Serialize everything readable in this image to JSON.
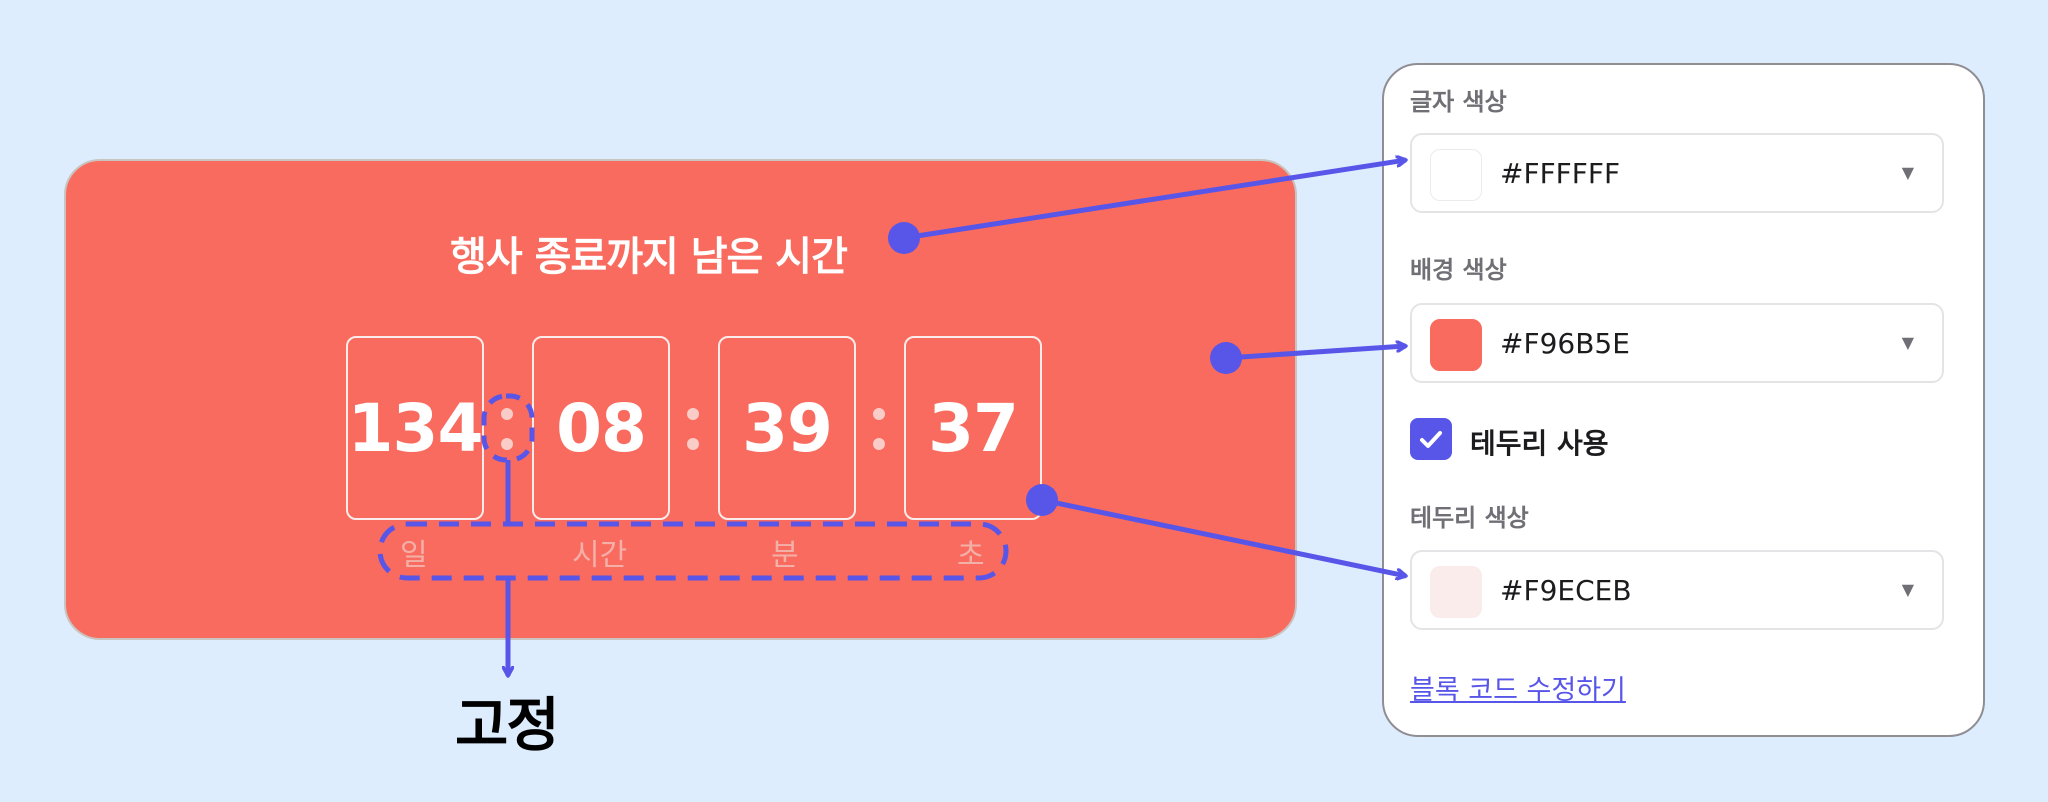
{
  "countdown": {
    "title": "행사 종료까지 남은 시간",
    "days": "134",
    "hours": "08",
    "minutes": "39",
    "seconds": "37",
    "unit_days": "일",
    "unit_hours": "시간",
    "unit_minutes": "분",
    "unit_seconds": "초"
  },
  "annotation": {
    "fixed_label": "고정"
  },
  "settings": {
    "text_color_label": "글자 색상",
    "text_color_value": "#FFFFFF",
    "bg_color_label": "배경 색상",
    "bg_color_value": "#F96B5E",
    "border_toggle_label": "테두리 사용",
    "border_toggle_checked": true,
    "border_color_label": "테두리 색상",
    "border_color_value": "#F9ECEB",
    "edit_code_link": "블록 코드 수정하기"
  },
  "colors": {
    "page_bg": "#DEEDFE",
    "accent": "#5856E8",
    "card_bg": "#F96B5E",
    "text": "#FFFFFF",
    "border": "#F9ECEB"
  },
  "icons": {
    "checkbox": "check-icon",
    "select_caret": "caret-down-icon"
  }
}
